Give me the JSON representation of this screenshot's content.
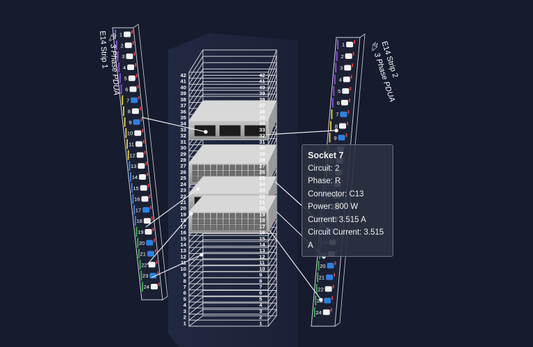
{
  "strip1": {
    "name": "E14 Strip 1",
    "type": "3 Phase PDUA",
    "socket_labels": [
      "1",
      "2",
      "3",
      "4",
      "5",
      "6",
      "7",
      "8",
      "9",
      "10",
      "11",
      "12",
      "13",
      "14",
      "15",
      "16",
      "17",
      "18",
      "19",
      "20",
      "21",
      "22",
      "23",
      "24"
    ]
  },
  "strip2": {
    "name": "E14 Strip 2",
    "type": "3 Phase PDUA",
    "socket_labels": [
      "1",
      "2",
      "3",
      "4",
      "5",
      "6",
      "7",
      "8",
      "9",
      "10",
      "11",
      "12",
      "13",
      "14",
      "15",
      "16",
      "17",
      "18",
      "19",
      "20",
      "21",
      "22",
      "23",
      "24"
    ]
  },
  "rack": {
    "u_labels": [
      "42",
      "41",
      "40",
      "39",
      "38",
      "37",
      "36",
      "35",
      "34",
      "33",
      "32",
      "31",
      "30",
      "29",
      "28",
      "27",
      "26",
      "25",
      "24",
      "23",
      "22",
      "21",
      "20",
      "19",
      "18",
      "17",
      "16",
      "15",
      "14",
      "13",
      "12",
      "11",
      "10",
      "9",
      "8",
      "7",
      "6",
      "5",
      "4",
      "3",
      "2",
      "1"
    ]
  },
  "tooltip": {
    "title": "Socket 7",
    "circuit": "Circuit: 2",
    "phase": "Phase: R",
    "connector": "Connector: C13",
    "power": "Power: 800 W",
    "current": "Current: 3.515 A",
    "circuit_current": "Circuit Current: 3.515 A"
  },
  "colors": {
    "background": "#161b2e",
    "phase_purple": "#8a4fd0",
    "phase_yellow": "#d7c63a",
    "phase_blue": "#3b7fd6",
    "phase_green": "#3aa84a",
    "socket_fill": "#f2f2f2",
    "socket_blue": "#2f7fe0",
    "socket_red": "#e03a3a"
  },
  "icons": {
    "plug": "plug-icon"
  }
}
